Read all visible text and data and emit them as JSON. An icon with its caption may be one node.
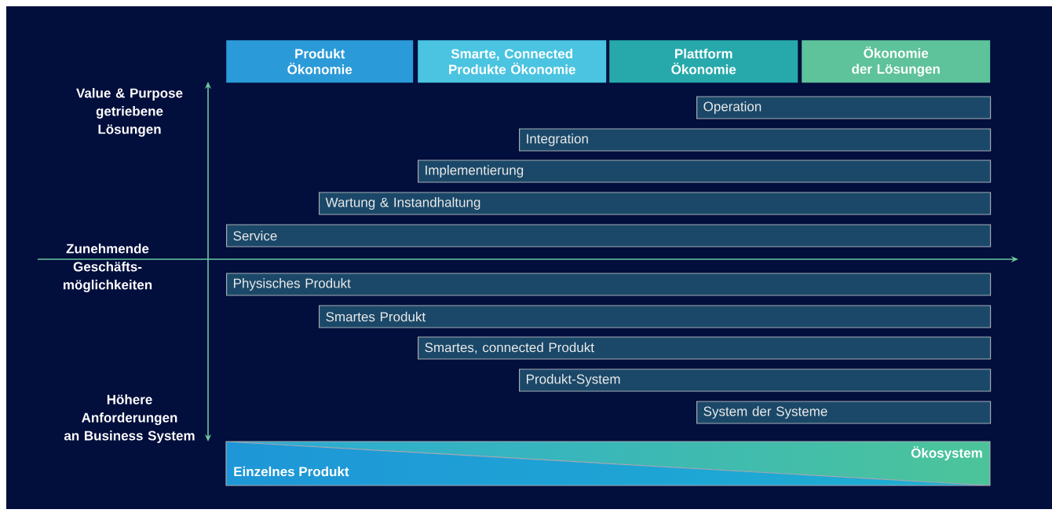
{
  "diagram": {
    "nodes": [
      {
        "text": [
          "Produkt Ökonomie"
        ]
      },
      {
        "text": [
          "Smarte, Connected Produkte Ökonomie"
        ]
      },
      {
        "text": [
          "Plattform Ökonomie"
        ]
      },
      {
        "text": [
          "Ökonomie der Lösungen"
        ]
      },
      {
        "text": [
          "Operation"
        ]
      },
      {
        "text": [
          "Integration"
        ]
      },
      {
        "text": [
          "Implementierung"
        ]
      },
      {
        "text": [
          "Wartung & Instandhaltung"
        ]
      },
      {
        "text": [
          "Service"
        ]
      },
      {
        "text": [
          "Physisches Produkt"
        ]
      },
      {
        "text": [
          "Smartes Produkt"
        ]
      },
      {
        "text": [
          "Smartes, connected Produkt"
        ]
      },
      {
        "text": [
          "Produkt-System"
        ]
      },
      {
        "text": [
          "System der Systeme"
        ]
      },
      {
        "text": [
          "Ökosystem"
        ]
      },
      {
        "text": [
          "Einzelnes Produkt"
        ]
      }
    ],
    "labels": [
      "Value & Purpose getriebene Lösungen",
      "Zunehmende Geschäfts- möglichkeiten",
      "Höhere Anforderungen an Business System"
    ]
  }
}
